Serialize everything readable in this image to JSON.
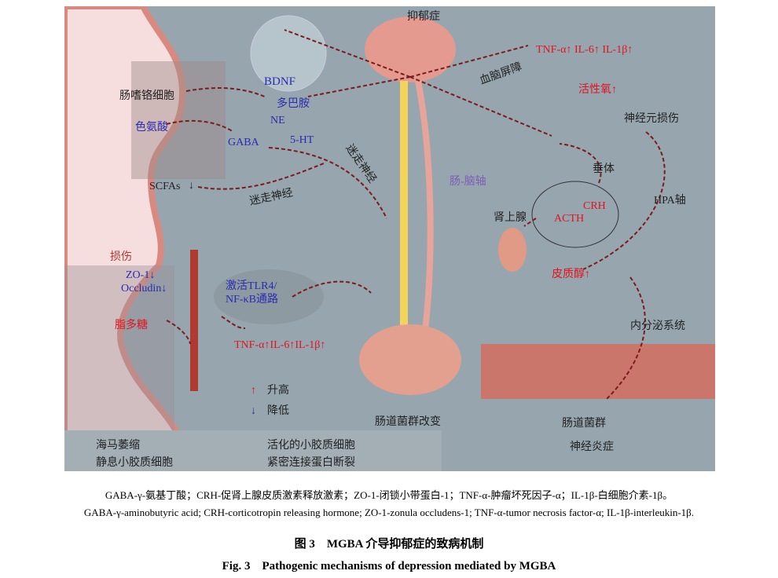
{
  "figure": {
    "gut_labels": {
      "enterochromaffin": "肠嗜铬细胞",
      "tryptophan": "色氨酸",
      "scfas": "SCFAs",
      "scfas_arrow": "↓",
      "damage": "损伤",
      "zo1": "ZO-1",
      "occludin": "Occludin",
      "lps": "脂多糖"
    },
    "neuro_labels": {
      "bdnf": "BDNF",
      "dopamine": "多巴胺",
      "ne": "NE",
      "gaba": "GABA",
      "serotonin": "5-HT",
      "down_arrow": "↓",
      "up_arrow": "↑"
    },
    "vagus_1": "迷走神经",
    "vagus_2": "迷走神经",
    "gut_brain_axis": "肠-脑轴",
    "depression": "抑郁症",
    "bbb": "血脑屏障",
    "cytokines_top": {
      "tnf": "TNF-α",
      "il6": "IL-6",
      "il1b": "IL-1β"
    },
    "ros": "活性氧",
    "neuron_damage": "神经元损伤",
    "pituitary": "垂体",
    "hpa": "HPA轴",
    "crh": "CRH",
    "acth": "ACTH",
    "adrenal": "肾上腺",
    "cortisol": "皮质醇",
    "endocrine": "内分泌系统",
    "tlr4": "激活TLR4/",
    "nfkb": "NF-κB通路",
    "cytokines_bottom": {
      "tnf": "TNF-α",
      "il6": "IL-6",
      "il1b": "IL-1β"
    },
    "microbiota_change": "肠道菌群改变",
    "gut_microbiota": "肠道菌群",
    "neuroinflammation": "神经炎症",
    "legend": {
      "up": "升高",
      "down": "降低",
      "hippocampus": "海马萎缩",
      "resting_microglia": "静息小胶质细胞",
      "activated_microglia": "活化的小胶质细胞",
      "tj_break": "紧密连接蛋白断裂"
    },
    "colors": {
      "background": "#97a5ae",
      "gut_lumen": "#f6dede",
      "arrow": "#7a1c1c",
      "red": "#e0141e",
      "blue": "#2b2bb0"
    }
  },
  "caption": {
    "abbr_cn": "GABA-γ-氨基丁酸；CRH-促肾上腺皮质激素释放激素；ZO-1-闭锁小带蛋白-1；TNF-α-肿瘤坏死因子-α；IL-1β-白细胞介素-1β。",
    "abbr_en": "GABA-γ-aminobutyric acid; CRH-corticotropin releasing hormone; ZO-1-zonula occludens-1; TNF-α-tumor necrosis factor-α; IL-1β-interleukin-1β.",
    "title_cn": "图 3　MGBA 介导抑郁症的致病机制",
    "title_en": "Fig. 3　Pathogenic mechanisms of depression mediated by MGBA"
  }
}
